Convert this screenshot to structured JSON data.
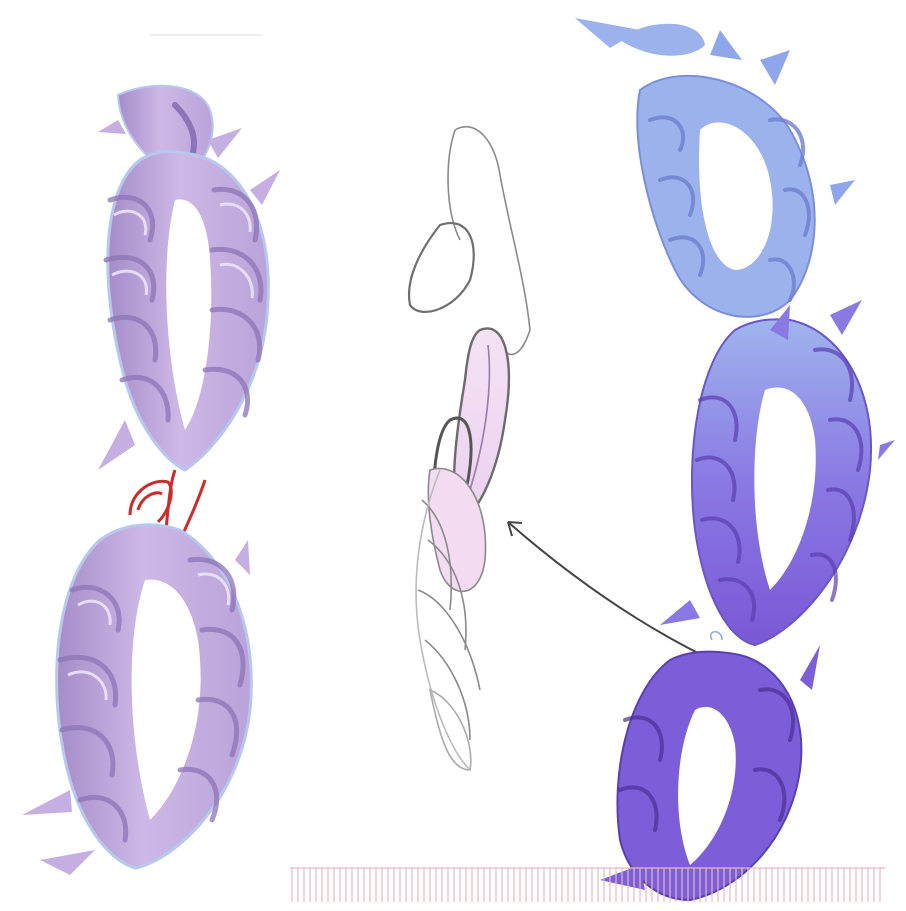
{
  "panels": {
    "left": {
      "kind": "3d-render"
    },
    "middle": {
      "kind": "pencil-sketch"
    },
    "right": {
      "kind": "illustration"
    }
  },
  "colors": {
    "background": "#ffffff",
    "chain_left": "#c9b4e3",
    "chain_left_shade": "#8d74b7",
    "chain_left_highlight": "#ece3f7",
    "chain_left_outline": "#b7c7ee",
    "highlight_red": "#cc2b2b",
    "sketch_line": "#8a8a8a",
    "sketch_fill": "#efc9ee",
    "chain_right_top": "#8fa6ea",
    "chain_right_bottom": "#7c5fd8",
    "chain_right_shade": "#5a3fb0",
    "arrow": "#444444",
    "ruler": "#e6b7c0"
  },
  "icons": [
    "arrow-pointer-icon"
  ]
}
